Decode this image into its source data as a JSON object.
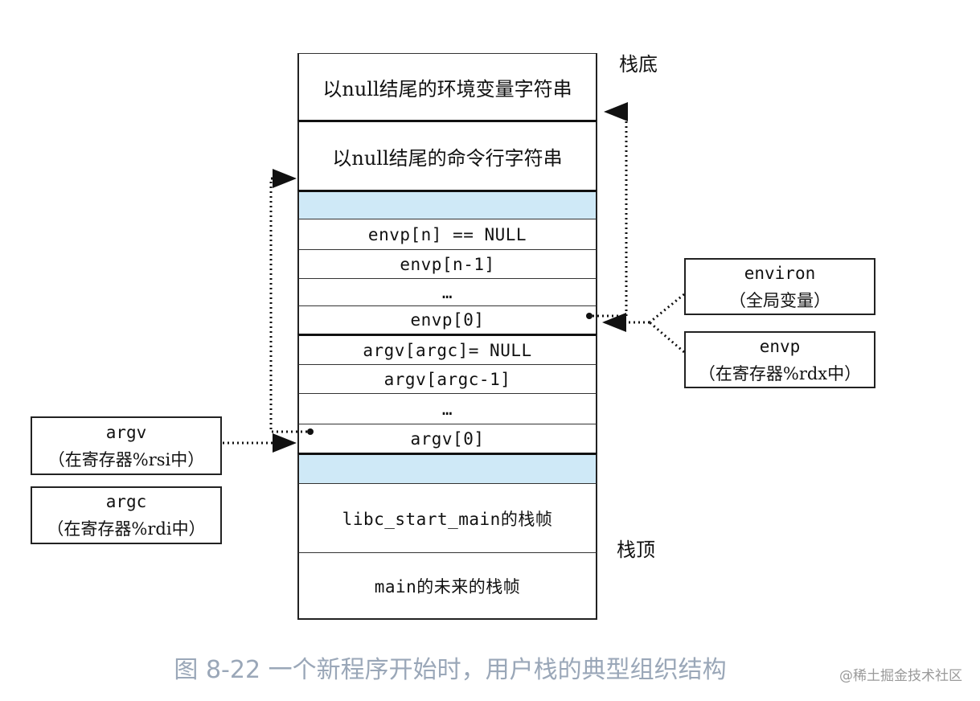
{
  "stack_cells": [
    {
      "text": "以null结尾的环境变量字符串",
      "style": "bigtext"
    },
    {
      "text": "以null结尾的命令行字符串",
      "style": "bigtext"
    },
    {
      "text": "",
      "style": "blue"
    },
    {
      "text": "envp[n] == NULL",
      "style": "mono"
    },
    {
      "text": "envp[n-1]",
      "style": "mono"
    },
    {
      "text": "…",
      "style": "mono"
    },
    {
      "text": "envp[0]",
      "style": "mono"
    },
    {
      "text": "argv[argc]= NULL",
      "style": "mono"
    },
    {
      "text": "argv[argc-1]",
      "style": "mono"
    },
    {
      "text": "…",
      "style": "mono"
    },
    {
      "text": "argv[0]",
      "style": "mono"
    },
    {
      "text": "",
      "style": "blue"
    },
    {
      "text": "libc_start_main的栈帧",
      "style": "mono"
    },
    {
      "text": "main的未来的栈帧",
      "style": "mono"
    }
  ],
  "labels": {
    "stack_bottom": "栈底",
    "stack_top": "栈顶"
  },
  "registers": {
    "environ": {
      "name": "environ",
      "note": "（全局变量）"
    },
    "envp": {
      "name": "envp",
      "note": "（在寄存器%rdx中）"
    },
    "argv": {
      "name": "argv",
      "note": "（在寄存器%rsi中）"
    },
    "argc": {
      "name": "argc",
      "note": "（在寄存器%rdi中）"
    }
  },
  "caption": "图 8-22 一个新程序开始时，用户栈的典型组织结构",
  "watermark": "@稀土掘金技术社区",
  "colors": {
    "blue_cell": "#cfe9f7",
    "caption": "#9aa7b8"
  }
}
